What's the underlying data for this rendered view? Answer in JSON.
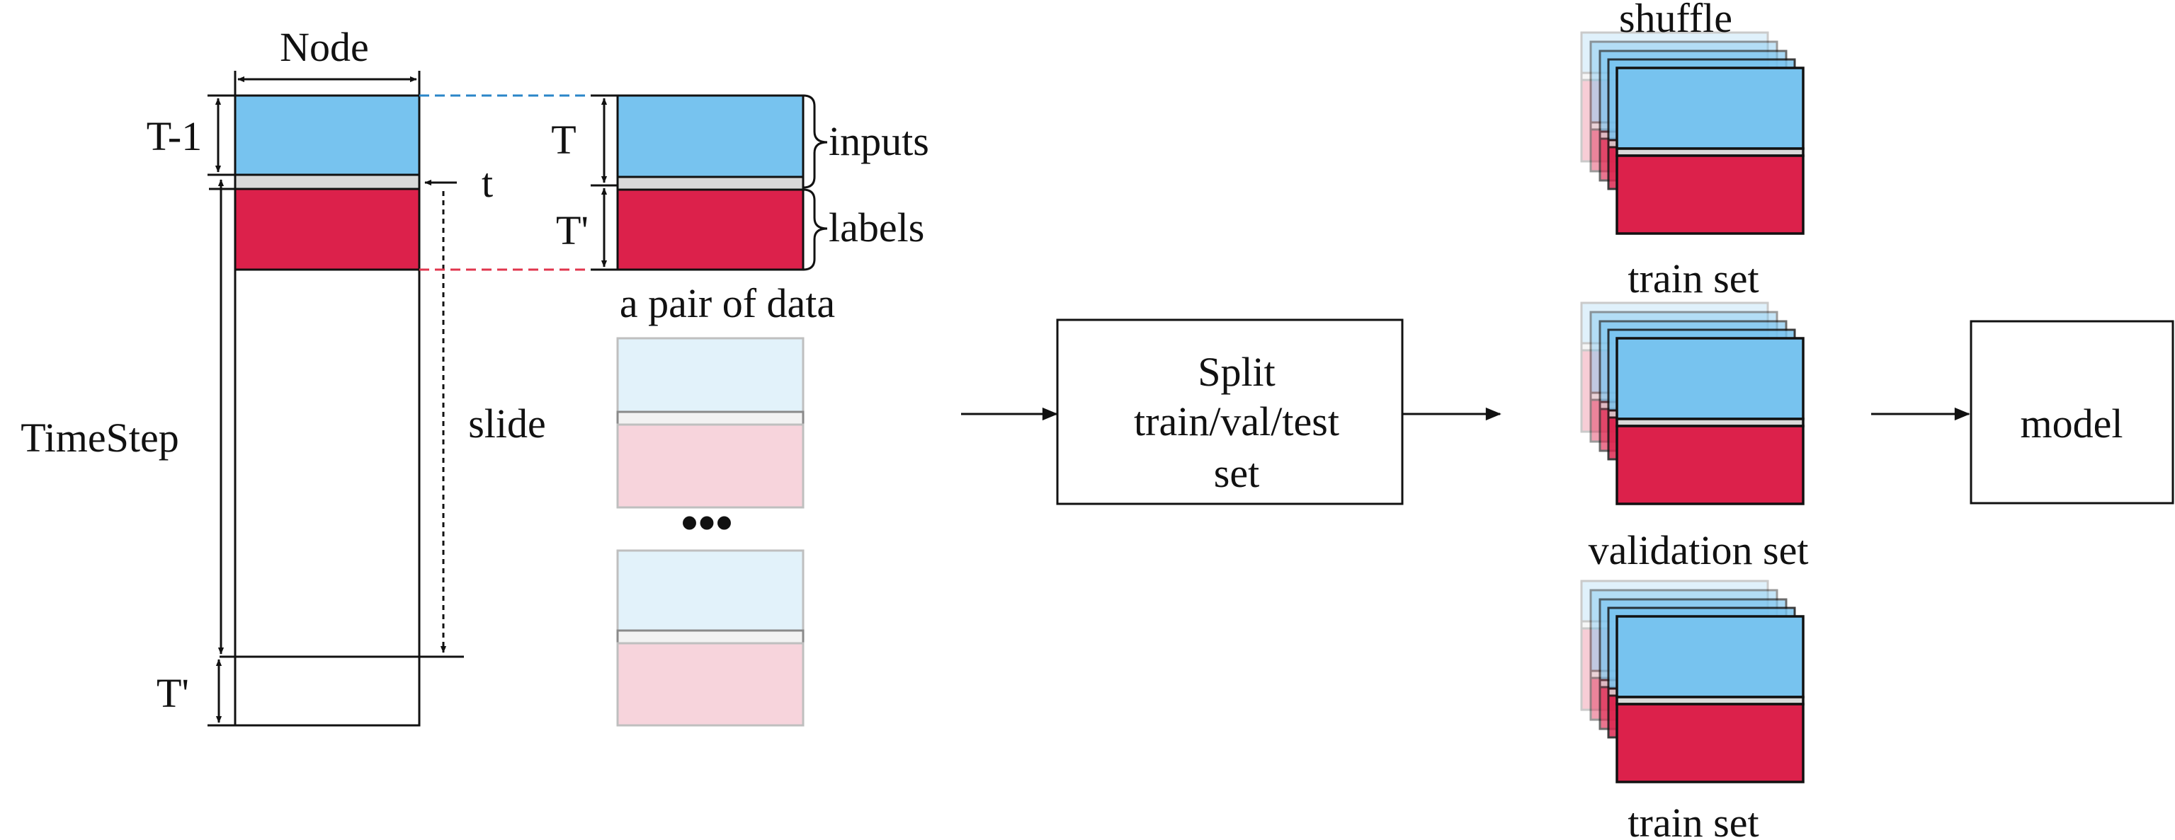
{
  "labels": {
    "node": "Node",
    "t_minus_1": "T-1",
    "t_small": "t",
    "timestep": "TimeStep",
    "t_prime_left": "T'",
    "slide": "slide",
    "t_window": "T",
    "t_prime_window": "T'",
    "inputs": "inputs",
    "labels": "labels",
    "pair_caption": "a pair of data",
    "ellipsis": "•••",
    "split_line1": "Split",
    "split_line2": "train/val/test",
    "split_line3": "set",
    "shuffle": "shuffle",
    "train_set_top": "train set",
    "validation_set": "validation set",
    "train_set_bottom": "train set",
    "model": "model"
  },
  "colors": {
    "input_blue": "#77c3ef",
    "label_red": "#dc214b",
    "separator_gray": "#d9d9d9",
    "faded_blue": "#e2f2fa",
    "faded_red": "#f7d4dc",
    "blue_dash": "#2a86c8",
    "red_dash": "#e0354c",
    "stroke": "#111111"
  }
}
